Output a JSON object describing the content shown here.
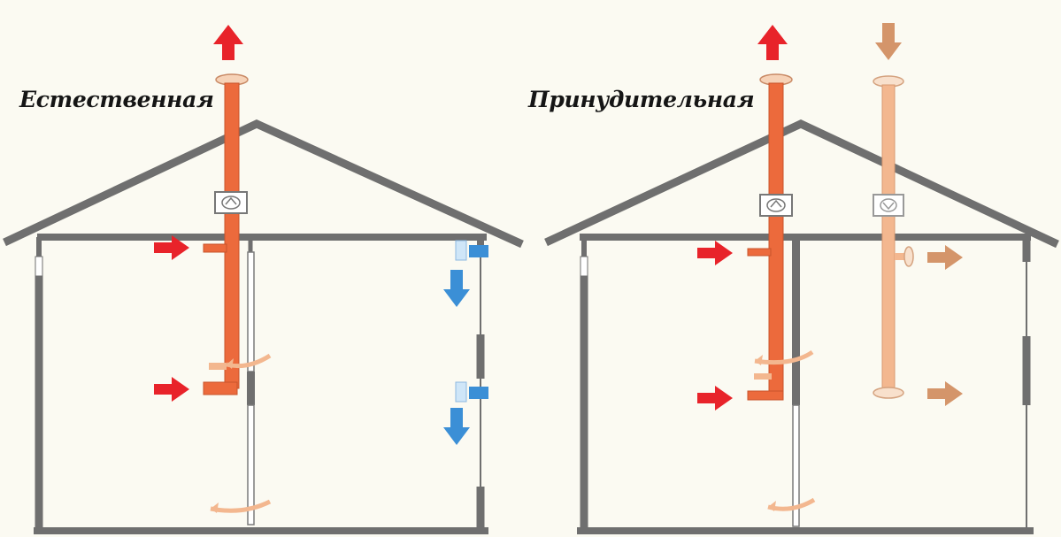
{
  "panels": [
    {
      "id": "natural",
      "title": "Естественная"
    },
    {
      "id": "forced",
      "title": "Принудительная"
    }
  ],
  "colors": {
    "background": "#fbfaf2",
    "wall": "#6f6f6f",
    "exhaust_duct": "#ec6a3c",
    "supply_duct": "#f3b78f",
    "exhaust_arrow": "#e8232a",
    "supply_arrow": "#d4956a",
    "inlet_valve": "#3b8fd6"
  },
  "icons": [
    "arrow-up-icon",
    "arrow-down-icon",
    "arrow-right-icon",
    "fan-icon",
    "curved-airflow-arrow-icon"
  ]
}
